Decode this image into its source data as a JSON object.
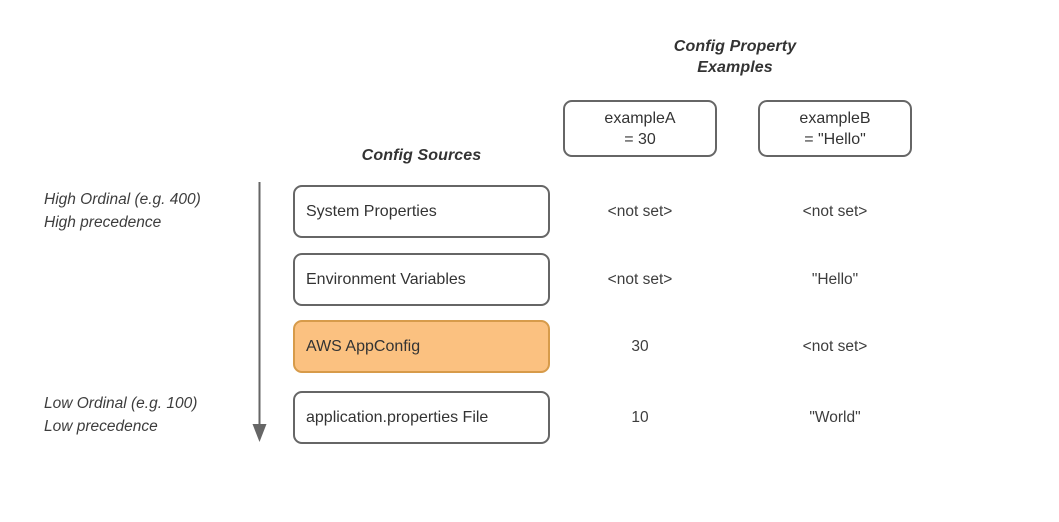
{
  "diagram": {
    "examples_title_lines": [
      "Config Property",
      "Examples"
    ],
    "sources_title": "Config Sources",
    "property_headers": [
      {
        "name": "exampleA",
        "value": "= 30"
      },
      {
        "name": "exampleB",
        "value": "= \"Hello\""
      }
    ],
    "ordinal_high": [
      "High Ordinal (e.g. 400)",
      "High precedence"
    ],
    "ordinal_low": [
      "Low Ordinal (e.g. 100)",
      "Low precedence"
    ],
    "arrow_direction": "down-arrow-icon",
    "rows": [
      {
        "source": "System Properties",
        "highlighted": false,
        "values": [
          "<not set>",
          "<not set>"
        ]
      },
      {
        "source": "Environment Variables",
        "highlighted": false,
        "values": [
          "<not set>",
          "\"Hello\""
        ]
      },
      {
        "source": "AWS AppConfig",
        "highlighted": true,
        "values": [
          "30",
          "<not set>"
        ]
      },
      {
        "source": "application.properties File",
        "highlighted": false,
        "values": [
          "10",
          "\"World\""
        ]
      }
    ],
    "colors": {
      "highlight_fill": "#fbc180",
      "highlight_border": "#d79b4a",
      "box_border": "#666666",
      "text": "#333333",
      "arrow": "#666666",
      "background": "#ffffff"
    }
  }
}
